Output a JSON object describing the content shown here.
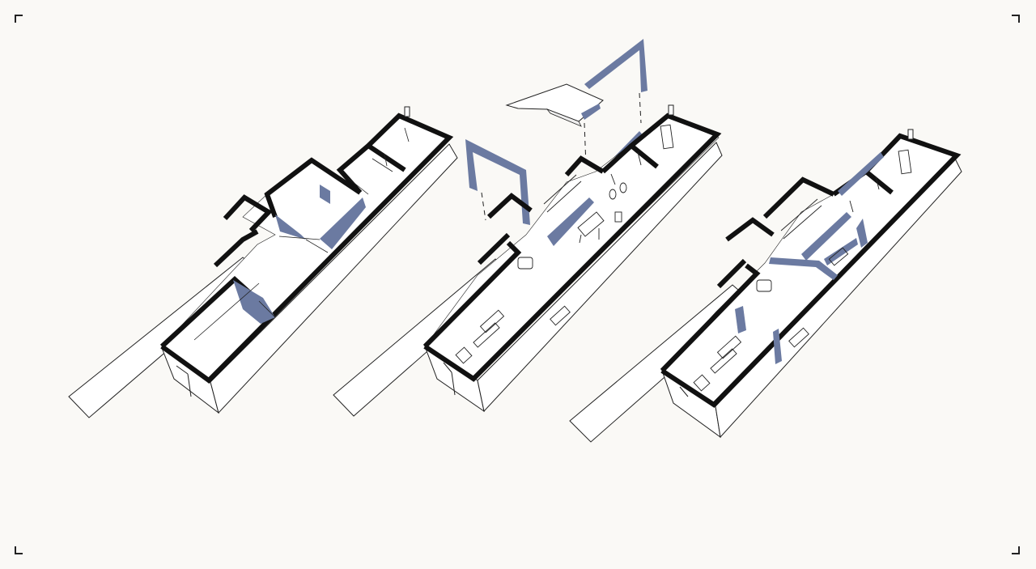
{
  "colors": {
    "background": "#faf9f6",
    "wall": "#111111",
    "line": "#222222",
    "floor": "#ffffff",
    "accent": "#6b7aa1"
  },
  "diagrams": [
    {
      "id": "existing-layout",
      "stage": 1
    },
    {
      "id": "exploded-intervention",
      "stage": 2
    },
    {
      "id": "proposed-layout",
      "stage": 3
    }
  ],
  "frame_marks": [
    "corner-mark-top-left",
    "corner-mark-top-right",
    "corner-mark-bottom-left",
    "corner-mark-bottom-right"
  ]
}
